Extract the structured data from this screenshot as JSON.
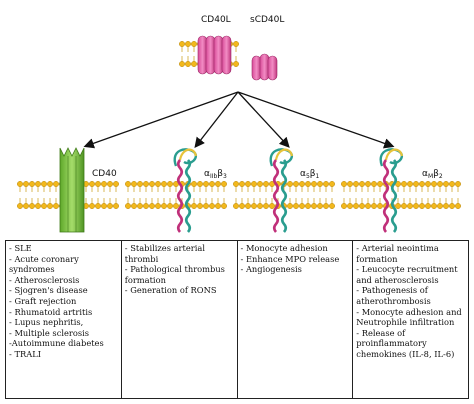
{
  "ligands": {
    "membrane_label": "CD40L",
    "soluble_label": "sCD40L"
  },
  "receptors": [
    {
      "label": "CD40"
    },
    {
      "label_main": "α",
      "label_sub": "IIb",
      "label_main2": "β",
      "label_sub2": "3"
    },
    {
      "label_main": "α",
      "label_sub": "5",
      "label_main2": "β",
      "label_sub2": "1"
    },
    {
      "label_main": "α",
      "label_sub": "M",
      "label_main2": "β",
      "label_sub2": "2"
    }
  ],
  "columns": [
    {
      "items": [
        "- SLE",
        "- Acute coronary syndromes",
        "- Atherosclerosis",
        "- Sjogren's disease",
        "- Graft rejection",
        "- Rhumatoid artritis",
        "- Lupus nephritis,",
        "- Multiple sclerosis",
        "-Autoimmune diabetes",
        "- TRALI"
      ]
    },
    {
      "items": [
        "- Stabilizes arterial thrombi",
        "- Pathological thrombus formation",
        "- Generation of RONS"
      ]
    },
    {
      "items": [
        "- Monocyte adhesion",
        "- Enhance MPO release",
        "- Angiogenesis"
      ]
    },
    {
      "items": [
        "- Arterial neointima formation",
        "- Leucocyte recruitment and atherosclerosis",
        "- Pathogenesis of atherothrombosis",
        "- Monocyte adhesion and Neutrophile infiltration",
        "- Release of proinflammatory chemokines (IL-8, IL-6)"
      ]
    }
  ],
  "colors": {
    "membrane_head": "#f2b81c",
    "cd40l": "#e060a8",
    "cd40": "#7cc43a",
    "integrin_teal": "#2a9d8f",
    "integrin_magenta": "#c0307a",
    "integrin_yellow": "#e8c33a"
  }
}
